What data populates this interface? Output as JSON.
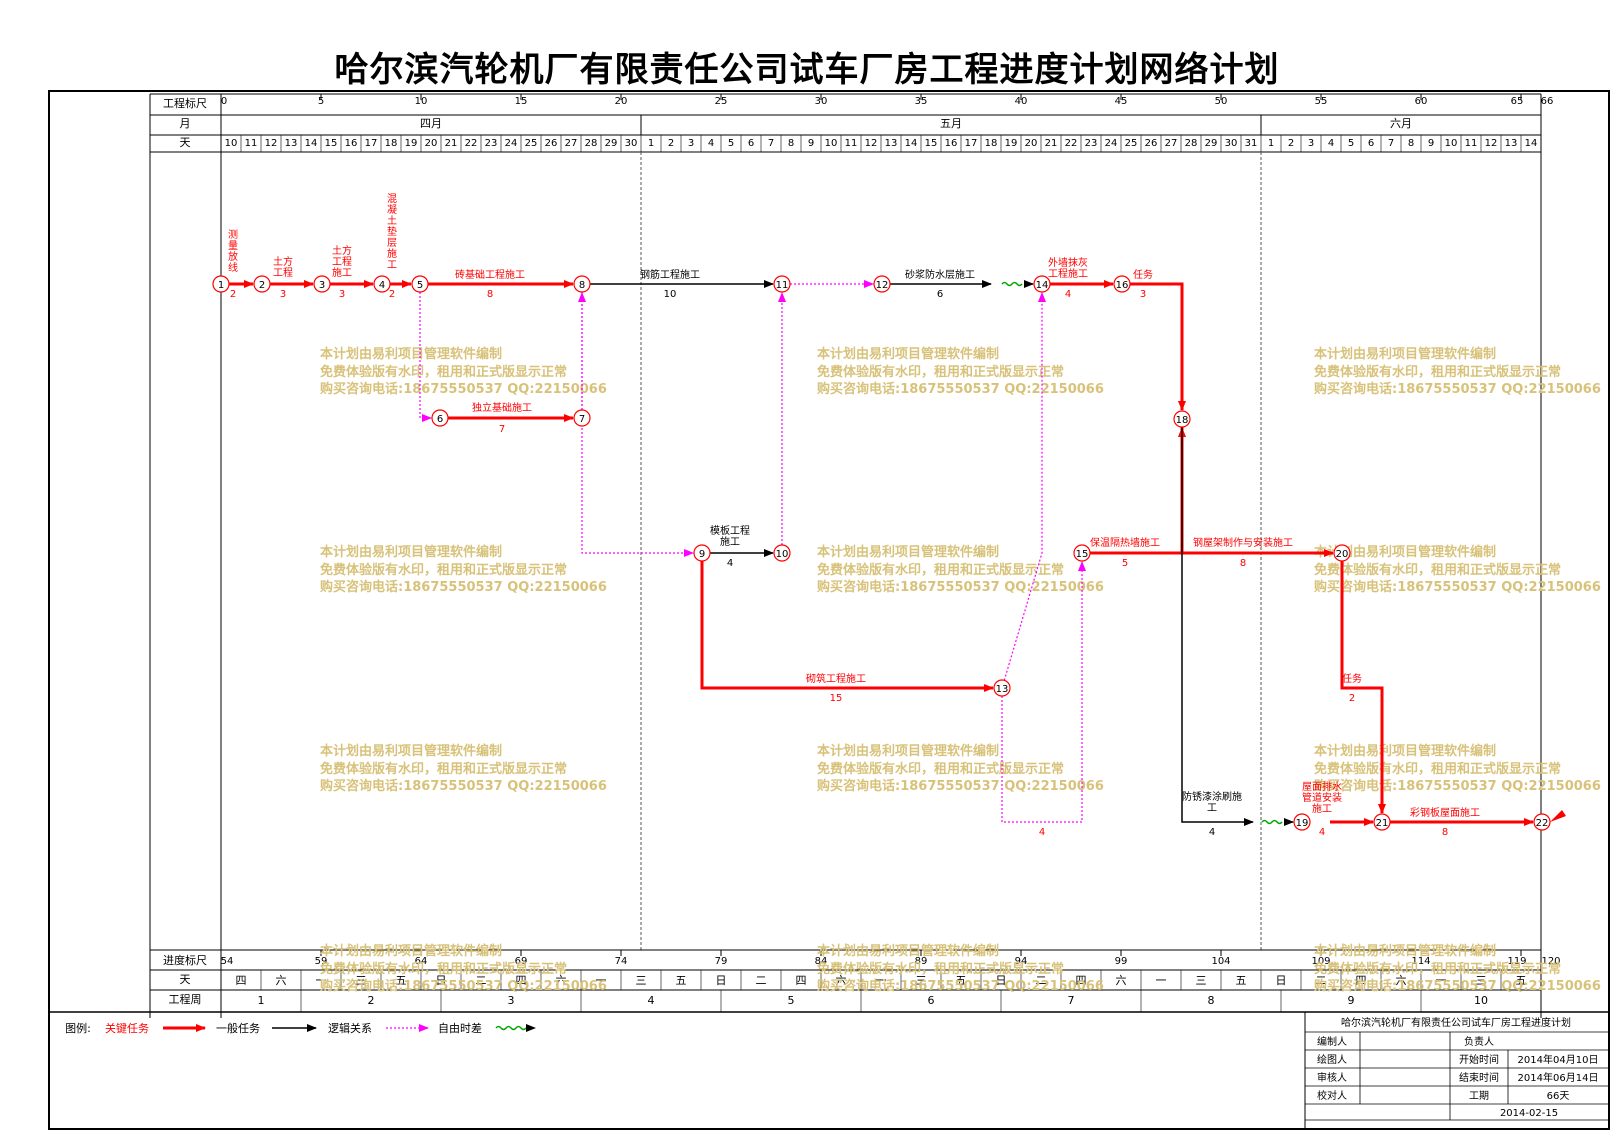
{
  "title": "哈尔滨汽轮机厂有限责任公司试车厂房工程进度计划网络计划",
  "header": {
    "row_labels": [
      "工程标尺",
      "月",
      "天"
    ],
    "bottom_labels": [
      "进度标尺",
      "天",
      "工程周"
    ],
    "scale_ticks": [
      "0",
      "5",
      "10",
      "15",
      "20",
      "25",
      "30",
      "35",
      "40",
      "45",
      "50",
      "55",
      "60",
      "65",
      "66"
    ],
    "months": [
      "四月",
      "五月",
      "六月"
    ],
    "days": [
      "10",
      "11",
      "12",
      "13",
      "14",
      "15",
      "16",
      "17",
      "18",
      "19",
      "20",
      "21",
      "22",
      "23",
      "24",
      "25",
      "26",
      "27",
      "28",
      "29",
      "30",
      "1",
      "2",
      "3",
      "4",
      "5",
      "6",
      "7",
      "8",
      "9",
      "10",
      "11",
      "12",
      "13",
      "14",
      "15",
      "16",
      "17",
      "18",
      "19",
      "20",
      "21",
      "22",
      "23",
      "24",
      "25",
      "26",
      "27",
      "28",
      "29",
      "30",
      "31",
      "1",
      "2",
      "3",
      "4",
      "5",
      "6",
      "7",
      "8",
      "9",
      "10",
      "11",
      "12",
      "13",
      "14"
    ],
    "progress_ticks": [
      "54",
      "59",
      "64",
      "69",
      "74",
      "79",
      "84",
      "89",
      "94",
      "99",
      "104",
      "109",
      "114",
      "119",
      "120"
    ],
    "weekdays": [
      "四",
      "六",
      "一",
      "三",
      "五",
      "日",
      "二",
      "四",
      "六",
      "一",
      "三",
      "五",
      "日",
      "二",
      "四",
      "六",
      "一",
      "三",
      "五",
      "日",
      "二",
      "四",
      "六",
      "一",
      "三",
      "五",
      "日",
      "二",
      "四",
      "六",
      "一",
      "三",
      "五"
    ],
    "weeks": [
      "1",
      "2",
      "3",
      "4",
      "5",
      "6",
      "7",
      "8",
      "9",
      "10"
    ]
  },
  "network": {
    "nodes": [
      "1",
      "2",
      "3",
      "4",
      "5",
      "6",
      "7",
      "8",
      "9",
      "10",
      "11",
      "12",
      "13",
      "14",
      "15",
      "16",
      "18",
      "19",
      "20",
      "21",
      "22"
    ],
    "tasks": [
      {
        "name": "测量放线",
        "duration": "2"
      },
      {
        "name": "土方工程",
        "duration": "3"
      },
      {
        "name": "土方工程施工",
        "duration": "3"
      },
      {
        "name": "混凝土垫层施工",
        "duration": "2"
      },
      {
        "name": "砖基础工程施工",
        "duration": "8"
      },
      {
        "name": "钢筋工程施工",
        "duration": "10"
      },
      {
        "name": "砂浆防水层施工",
        "duration": "6"
      },
      {
        "name": "外墙抹灰工程施工",
        "duration": "4"
      },
      {
        "name": "任务",
        "duration": "3"
      },
      {
        "name": "独立基础施工",
        "duration": "7"
      },
      {
        "name": "模板工程施工",
        "duration": "4"
      },
      {
        "name": "砌筑工程施工",
        "duration": "15"
      },
      {
        "name": "保温隔热墙施工",
        "duration": "5"
      },
      {
        "name": "钢屋架制作与安装施工",
        "duration": "8"
      },
      {
        "name": "任务",
        "duration": "2"
      },
      {
        "name": "防锈漆涂刷施工",
        "duration": "4"
      },
      {
        "name": "屋面排水管道安装施工",
        "duration": "4"
      },
      {
        "name": "彩钢板屋面施工",
        "duration": "8"
      }
    ],
    "free_float_label": "4"
  },
  "watermark": {
    "line1": "本计划由易利项目管理软件编制",
    "line2": "免费体验版有水印，租用和正式版显示正常",
    "line3": "购买咨询电话:18675550537 QQ:22150066"
  },
  "legend": {
    "label": "图例:",
    "critical": "关键任务",
    "normal": "一般任务",
    "logic": "逻辑关系",
    "float": "自由时差"
  },
  "info": {
    "title": "哈尔滨汽轮机厂有限责任公司试车厂房工程进度计划",
    "editor": "编制人",
    "drawer": "绘图人",
    "reviewer": "审核人",
    "checker": "校对人",
    "owner": "负责人",
    "start_label": "开始时间",
    "start_value": "2014年04月10日",
    "end_label": "结束时间",
    "end_value": "2014年06月14日",
    "duration_label": "工期",
    "duration_value": "66天",
    "date": "2014-02-15"
  },
  "colors": {
    "critical": "#ff0000",
    "normal": "#000000",
    "logic": "#ff00ff",
    "float": "#00aa00",
    "watermark": "#d8c27a"
  }
}
